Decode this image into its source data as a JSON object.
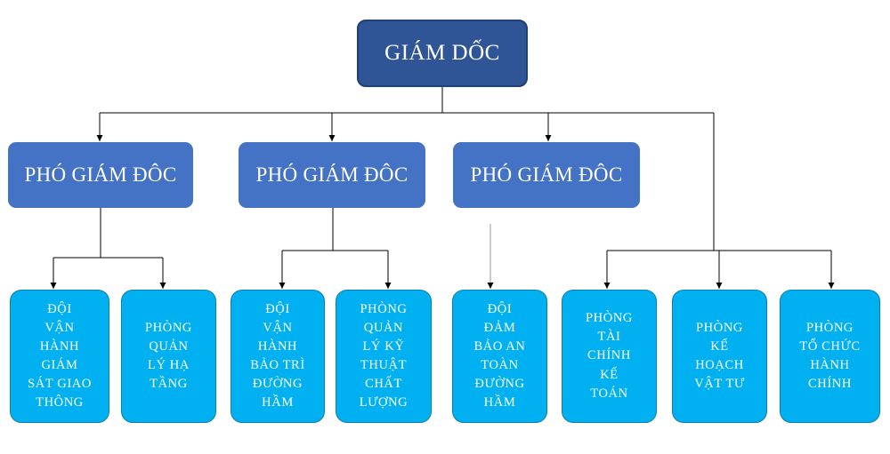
{
  "director": {
    "label": "GIÁM DỐC"
  },
  "deputies": [
    {
      "label": "PHÓ GIÁM ĐÔC"
    },
    {
      "label": "PHÓ GIÁM ĐÔC"
    },
    {
      "label": "PHÓ GIÁM ĐÔC"
    }
  ],
  "units": [
    {
      "label": "ĐỘI\nVẬN\nHÀNH\nGIÁM\nSÁT GIAO\nTHÔNG"
    },
    {
      "label": "PHÒNG\nQUẢN\nLÝ HẠ\nTẦNG"
    },
    {
      "label": "ĐỘI\nVẬN\nHÀNH\nBẢO TRÌ\nĐƯỜNG\nHẦM"
    },
    {
      "label": "PHÒNG\nQUẢN\nLÝ KỸ\nTHUẬT\nCHẤT\nLƯỢNG"
    },
    {
      "label": "ĐỘI\nĐẢM\nBẢO AN\nTOÀN\nĐƯỜNG\nHẦM"
    },
    {
      "label": "PHÒNG\nTÀI\nCHÍNH\nKẾ\nTOÁN"
    },
    {
      "label": "PHÒNG\nKẾ\nHOẠCH\nVẬT TƯ"
    },
    {
      "label": "PHÒNG\nTỔ CHỨC\nHÀNH\nCHÍNH"
    }
  ],
  "colors": {
    "director_fill": "#2f5597",
    "deputy_fill": "#4472c4",
    "unit_fill": "#00b0f0",
    "connector": "#000000",
    "text": "#ffffff"
  }
}
